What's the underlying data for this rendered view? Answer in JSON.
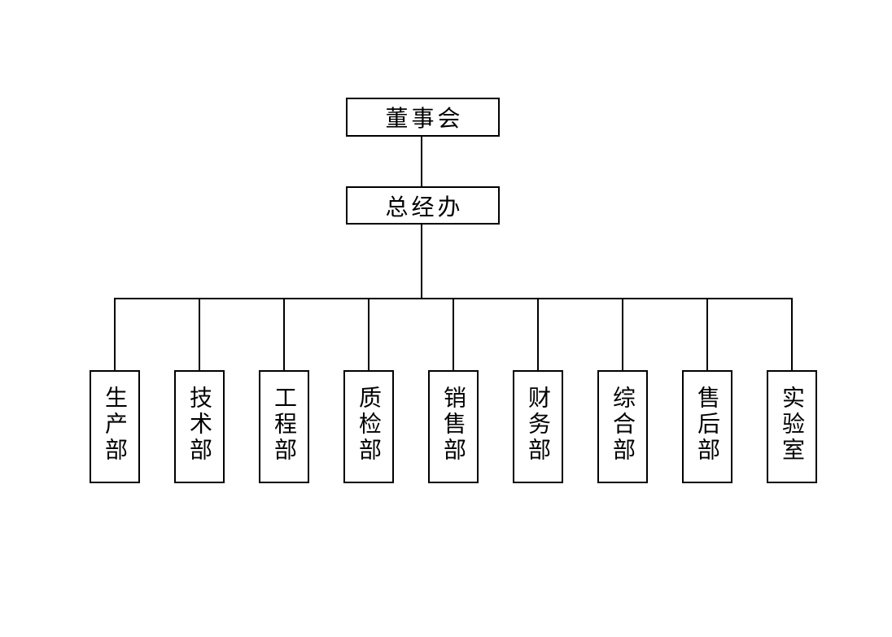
{
  "colors": {
    "background": "#ffffff",
    "line": "#000000",
    "text": "#000000"
  },
  "org_chart": {
    "root": {
      "label": "董事会"
    },
    "manager": {
      "label": "总经办"
    },
    "departments": [
      {
        "label": "生产部"
      },
      {
        "label": "技术部"
      },
      {
        "label": "工程部"
      },
      {
        "label": "质检部"
      },
      {
        "label": "销售部"
      },
      {
        "label": "财务部"
      },
      {
        "label": "综合部"
      },
      {
        "label": "售后部"
      },
      {
        "label": "实验室"
      }
    ]
  }
}
